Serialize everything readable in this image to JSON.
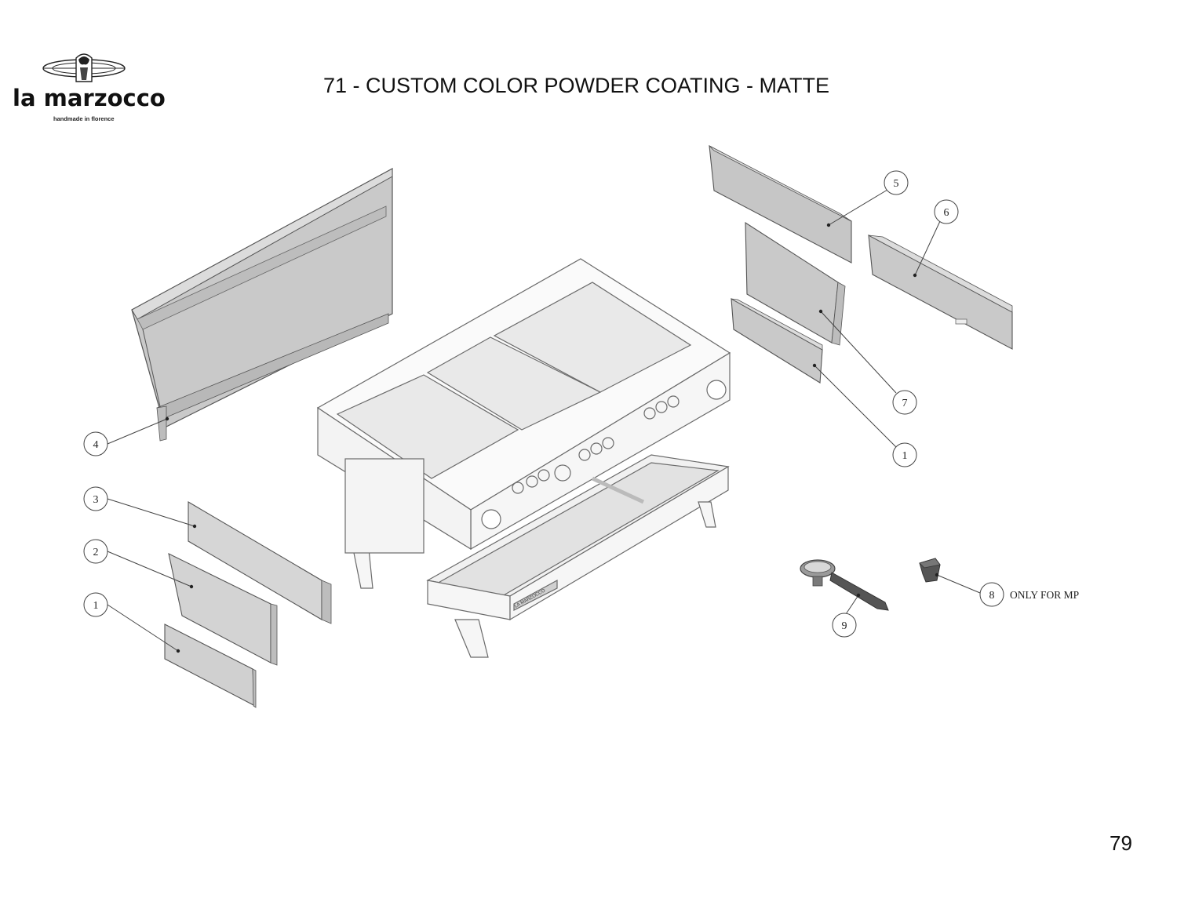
{
  "header": {
    "brand": "la marzocco",
    "tagline": "handmade in florence",
    "title": "71 - CUSTOM COLOR POWDER COATING - MATTE"
  },
  "callouts": [
    {
      "num": "1"
    },
    {
      "num": "2"
    },
    {
      "num": "3"
    },
    {
      "num": "4"
    },
    {
      "num": "5"
    },
    {
      "num": "6"
    },
    {
      "num": "7"
    },
    {
      "num": "1"
    },
    {
      "num": "8"
    },
    {
      "num": "9"
    }
  ],
  "notes": {
    "only_for_mp": "ONLY FOR MP"
  },
  "machine_plate": "LA MARZOCCO",
  "footer": {
    "page_number": "79"
  },
  "colors": {
    "panel_fill": "#c9c9c9",
    "panel_fill_light": "#dcdcdc",
    "line": "#555555",
    "machine_line": "#6a6a6a"
  }
}
